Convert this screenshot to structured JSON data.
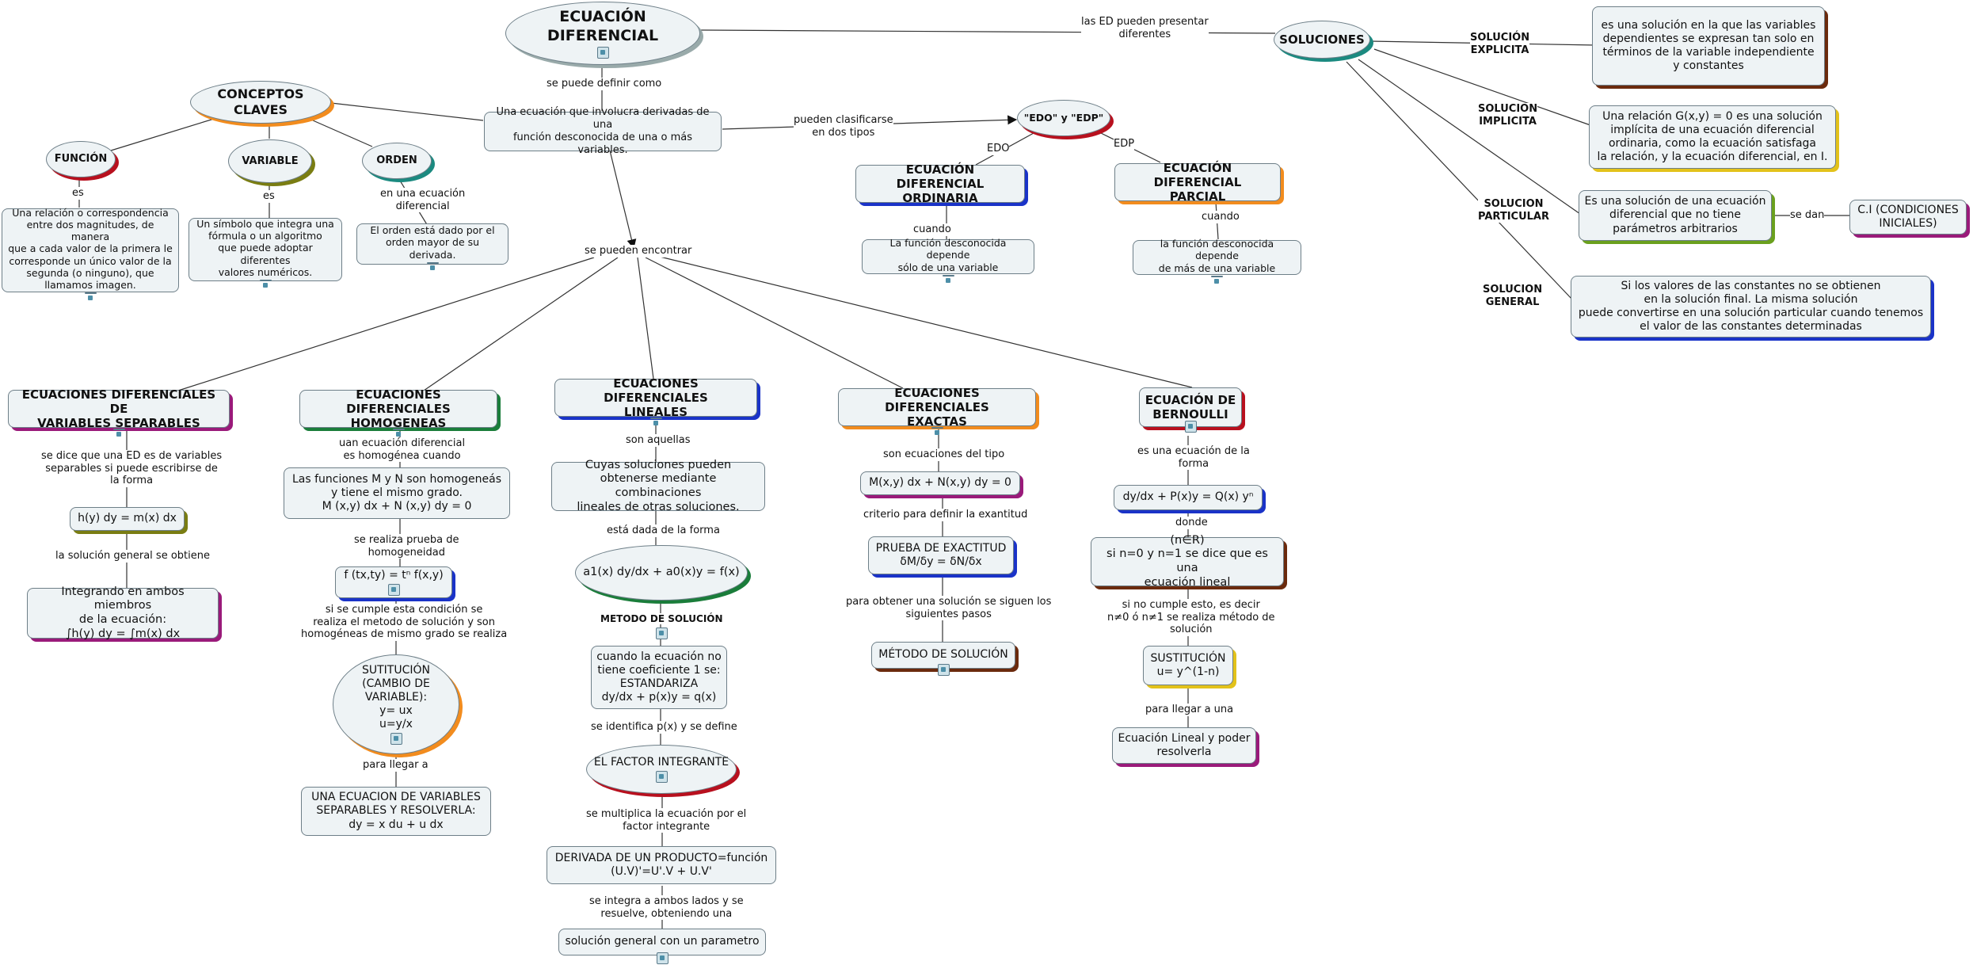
{
  "root": {
    "title": "ECUACIÓN DIFERENCIAL"
  },
  "links": {
    "definir": "se puede definir como",
    "presentar": "las ED pueden presentar\ndiferentes",
    "clasificarse": "pueden clasificarse\nen dos tipos",
    "encontrar": "se pueden encontrar",
    "edo": "EDO",
    "edp": "EDP",
    "cuando1": "cuando",
    "cuando2": "cuando",
    "es1": "es",
    "es2": "es",
    "orden_rel": "en una ecuación\ndiferencial",
    "se_dan": "se dan"
  },
  "definicion": "Una ecuación que involucra derivadas de una\nfunción desconocida de una o más variables.",
  "conceptos": {
    "title": "CONCEPTOS CLAVES",
    "funcion": "FUNCIÓN",
    "variable": "VARIABLE",
    "orden": "ORDEN",
    "funcion_def": "Una relación o correspondencia\nentre dos magnitudes, de manera\nque a cada valor de la primera le\ncorresponde un único valor de la\nsegunda (o ninguno), que\nllamamos imagen.",
    "variable_def": "Un símbolo que integra una\nfórmula o un algoritmo\nque puede adoptar diferentes\nvalores numéricos.",
    "orden_def": "El orden está dado por el\norden mayor de su derivada."
  },
  "tipos": {
    "title": "\"EDO\" y \"EDP\"",
    "ordinaria": "ECUACIÓN DIFERENCIAL\nORDINARIA",
    "parcial": "ECUACIÓN DIFERENCIAL\nPARCIAL",
    "ordinaria_def": "La función desconocida depende\nsólo de una variable",
    "parcial_def": "la función desconocida depende\nde más de una variable"
  },
  "soluciones": {
    "title": "SOLUCIONES",
    "explicita_lbl": "SOLUCIÓN\nEXPLICITA",
    "implicita_lbl": "SOLUCION\nIMPLICITA",
    "particular_lbl": "SOLUCION\nPARTICULAR",
    "general_lbl": "SOLUCION\nGENERAL",
    "explicita_def": "es una solución en la que las variables\ndependientes se expresan tan solo en\ntérminos de la variable independiente\ny constantes",
    "implicita_def": "Una relación G(x,y) = 0 es una solución\nimplícita de una ecuación diferencial\nordinaria, como la ecuación satisfaga\nla relación, y la ecuación diferencial, en I.",
    "particular_def": "Es una solución de una ecuación\ndiferencial que no tiene\nparámetros arbitrarios",
    "ci": "C.I (CONDICIONES\nINICIALES)",
    "general_def": "Si los valores de las constantes no se obtienen\nen la solución final. La misma solución\npuede convertirse en una solución particular cuando tenemos\nel valor de las constantes determinadas"
  },
  "separables": {
    "title": "ECUACIONES DIFERENCIALES DE\nVARIABLES SEPARABLES",
    "l1": "se dice que una ED es de variables\nseparables si puede escribirse de\nla forma",
    "eq": "h(y) dy = m(x) dx",
    "l2": "la solución general se obtiene",
    "res": "Integrando en ambos miembros\nde la ecuación:\n∫h(y) dy = ∫m(x) dx"
  },
  "homogeneas": {
    "title": "ECUACIONES DIFERENCIALES\nHOMOGENEAS",
    "l1": "uan ecuación diferencial\nes homogénea cuando",
    "cond": "Las funciones M y N son homogeneás\ny tiene el mismo grado.\nM (x,y) dx + N (x,y) dy = 0",
    "l2": "se realiza prueba de\nhomogeneidad",
    "prueba": "f (tx,ty) = tⁿ f(x,y)",
    "l3": "si se cumple esta condición se\nrealiza el metodo de solución y son\nhomogéneas de mismo grado se realiza",
    "sust": "SUTITUCIÓN\n(CAMBIO DE\nVARIABLE):\ny= ux\nu=y/x",
    "l4": "para llegar a",
    "res": "UNA ECUACION DE VARIABLES\nSEPARABLES Y RESOLVERLA:\ndy = x du + u dx"
  },
  "lineales": {
    "title": "ECUACIONES DIFERENCIALES\nLINEALES",
    "l1": "son aquellas",
    "def": "Cuyas soluciones pueden\nobtenerse mediante combinaciones\nlineales de otras soluciones.",
    "l2": "está dada de la forma",
    "forma": "a1(x) dy/dx + a0(x)y = f(x)",
    "metodo": "METODO DE SOLUCIÓN",
    "estandar": "cuando la ecuación no\ntiene coeficiente 1 se:\nESTANDARIZA\ndy/dx + p(x)y = q(x)",
    "l3": "se identifica p(x) y se define",
    "factor": "EL FACTOR INTEGRANTE",
    "l4": "se multiplica la ecuación por el\nfactor integrante",
    "derivada": "DERIVADA DE UN PRODUCTO=función\n(U.V)'=U'.V + U.V'",
    "l5": "se integra a ambos lados y se\nresuelve, obteniendo una",
    "res": "solución general con un parametro"
  },
  "exactas": {
    "title": "ECUACIONES DIFERENCIALES\nEXACTAS",
    "l1": "son ecuaciones del tipo",
    "eq": "M(x,y) dx + N(x,y) dy = 0",
    "l2": "criterio para definir la exantitud",
    "prueba": "PRUEBA DE EXACTITUD\nδM/δy = δN/δx",
    "l3": "para obtener una solución se siguen los\nsiguientes pasos",
    "metodo": "MÉTODO DE SOLUCIÓN"
  },
  "bernoulli": {
    "title": "ECUACIÓN DE\nBERNOULLI",
    "l1": "es una ecuación de la\nforma",
    "eq": "dy/dx + P(x)y = Q(x) yⁿ",
    "l2": "donde",
    "cond": "(n∈R)\nsi n=0 y n=1 se dice que es una\necuación lineal",
    "l3": "si no cumple esto, es decir\nn≠0 ó n≠1 se realiza método de\nsolución",
    "sust": "SUSTITUCIÓN\nu= y^(1-n)",
    "l4": "para llegar a una",
    "res": "Ecuación Lineal y poder\nresolverla"
  },
  "colors": {
    "border": "#6e7f88",
    "fill": "#eef3f5",
    "line": "#333333"
  }
}
